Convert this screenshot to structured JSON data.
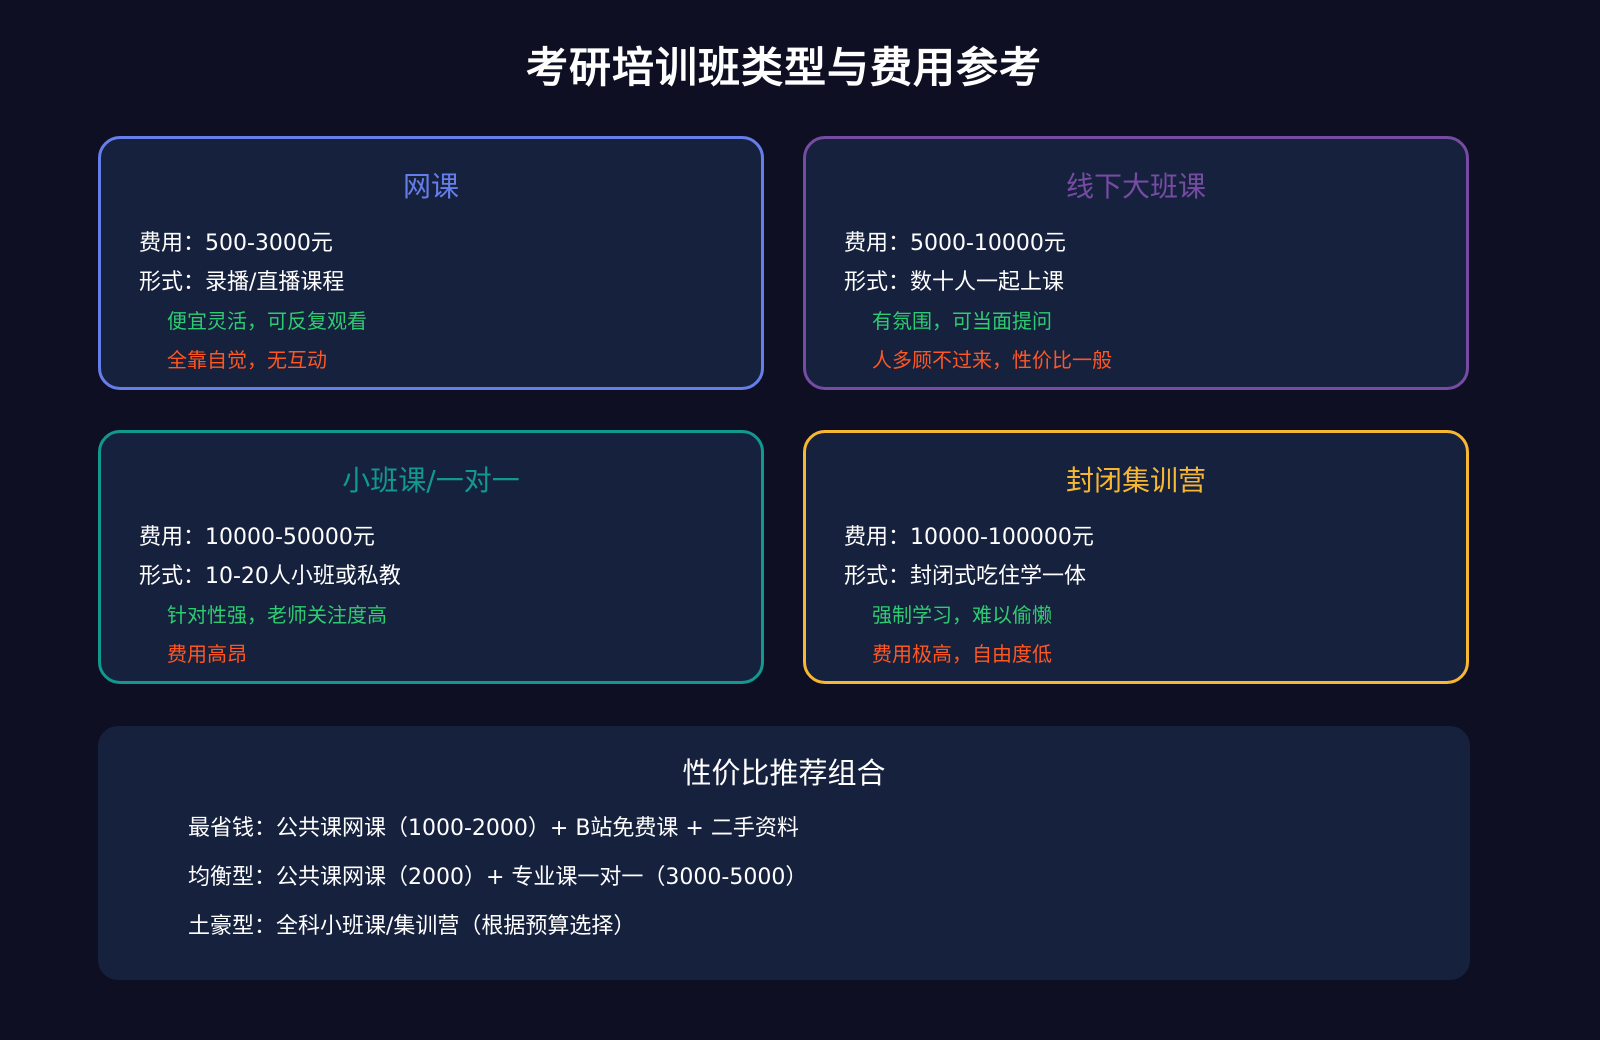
{
  "title": "考研培训班类型与费用参考",
  "colors": {
    "background": "#0f0f23",
    "card_bg": "#16213e",
    "pro_text": "#2ecc71",
    "con_text": "#ff5722"
  },
  "cards": [
    {
      "title": "网课",
      "accent": "#667eea",
      "cost": "费用：500-3000元",
      "form": "形式：录播/直播课程",
      "pro": "便宜灵活，可反复观看",
      "con": "全靠自觉，无互动"
    },
    {
      "title": "线下大班课",
      "accent": "#764ba2",
      "cost": "费用：5000-10000元",
      "form": "形式：数十人一起上课",
      "pro": "有氛围，可当面提问",
      "con": "人多顾不过来，性价比一般"
    },
    {
      "title": "小班课/一对一",
      "accent": "#11998e",
      "cost": "费用：10000-50000元",
      "form": "形式：10-20人小班或私教",
      "pro": "针对性强，老师关注度高",
      "con": "费用高昂"
    },
    {
      "title": "封闭集训营",
      "accent": "#f7b733",
      "cost": "费用：10000-100000元",
      "form": "形式：封闭式吃住学一体",
      "pro": "强制学习，难以偷懒",
      "con": "费用极高，自由度低"
    }
  ],
  "summary": {
    "title": "性价比推荐组合",
    "lines": [
      "最省钱：公共课网课（1000-2000）+ B站免费课 + 二手资料",
      "均衡型：公共课网课（2000）+ 专业课一对一（3000-5000）",
      "土豪型：全科小班课/集训营（根据预算选择）"
    ]
  }
}
